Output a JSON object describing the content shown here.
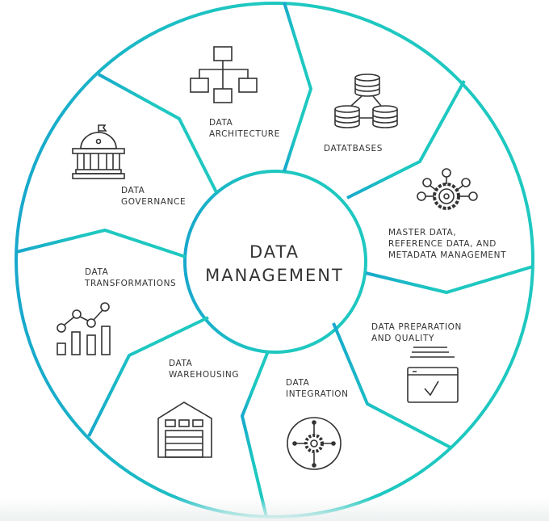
{
  "center": {
    "line1": "DATA",
    "line2": "MANAGEMENT"
  },
  "segments": [
    {
      "line1": "DATA",
      "line2": "ARCHITECTURE",
      "icon": "hierarchy-icon"
    },
    {
      "line1": "DATATBASES",
      "line2": "",
      "icon": "databases-icon"
    },
    {
      "line1": "MASTER DATA,",
      "line2": "REFERENCE DATA, AND",
      "line3": "METADATA MANAGEMENT",
      "icon": "gear-network-icon"
    },
    {
      "line1": "DATA PREPARATION",
      "line2": "AND QUALITY",
      "icon": "checklist-window-icon"
    },
    {
      "line1": "DATA",
      "line2": "INTEGRATION",
      "icon": "integration-gear-icon"
    },
    {
      "line1": "DATA",
      "line2": "WAREHOUSING",
      "icon": "warehouse-icon"
    },
    {
      "line1": "DATA",
      "line2": "TRANSFORMATIONS",
      "icon": "chart-icon"
    },
    {
      "line1": "DATA",
      "line2": "GOVERNANCE",
      "icon": "government-building-icon"
    }
  ],
  "colors": {
    "teal": "#1ec8c0",
    "blue": "#18a8cc",
    "text": "#333333"
  }
}
